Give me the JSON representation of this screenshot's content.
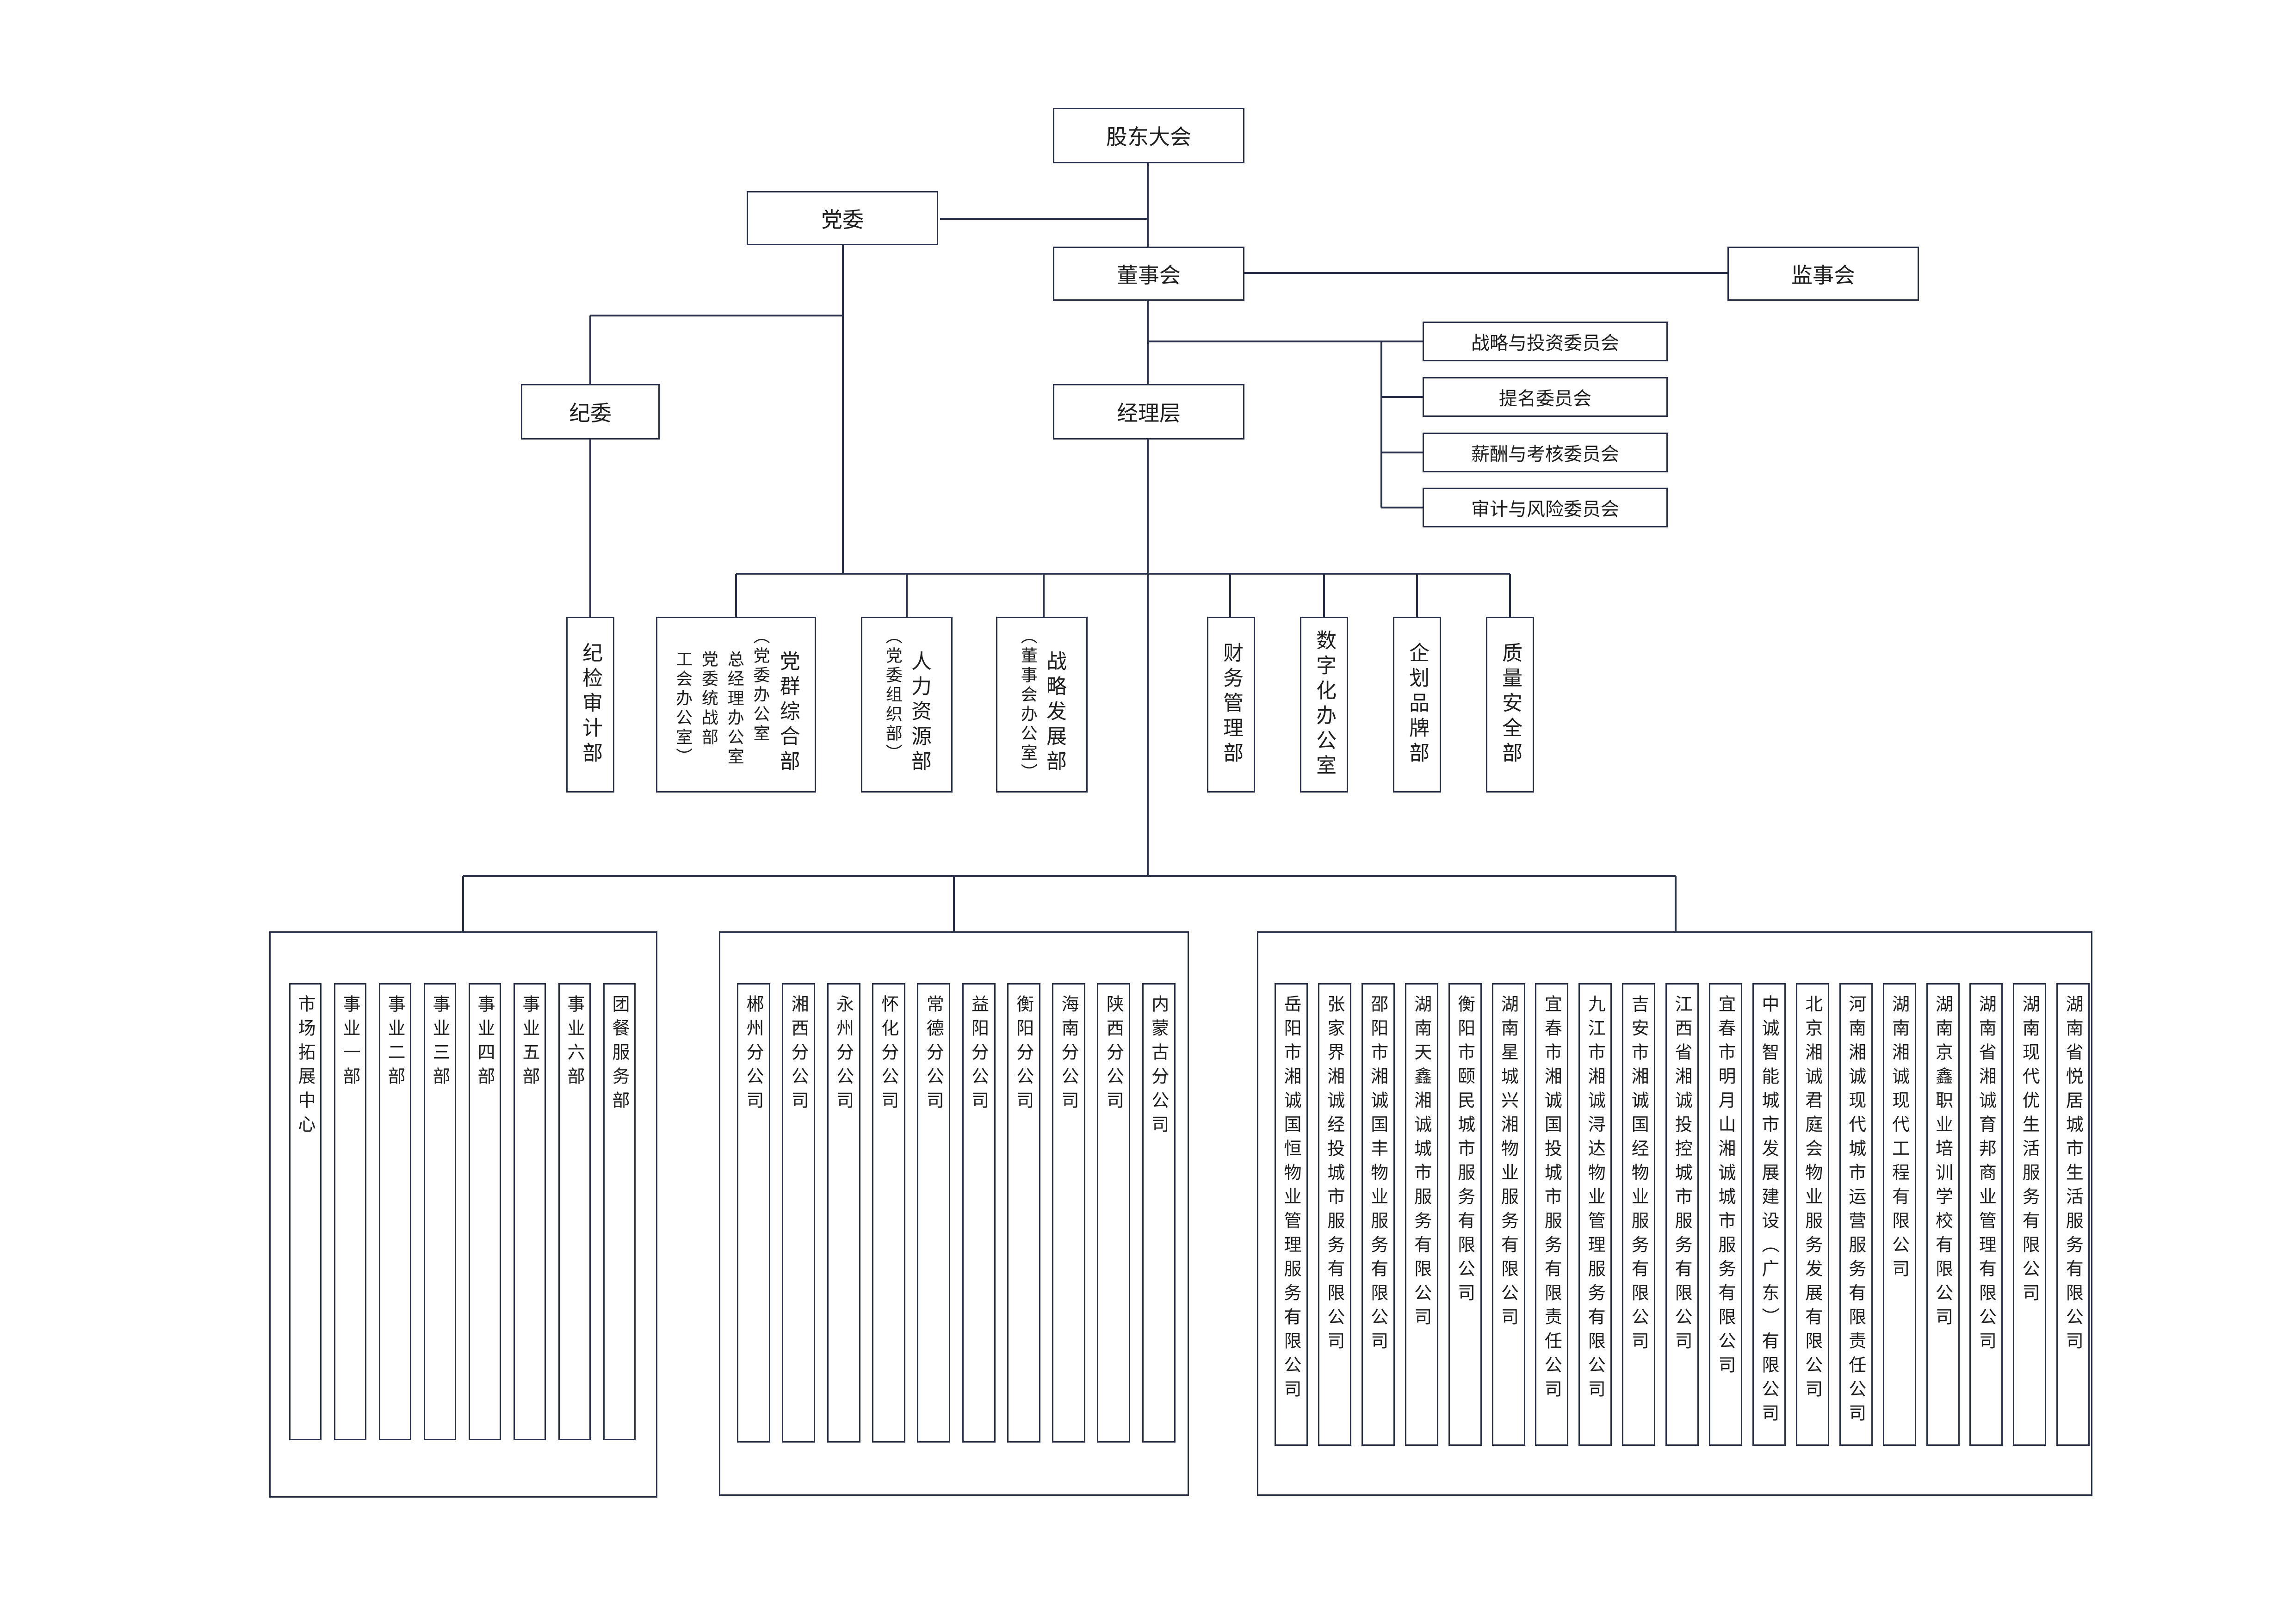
{
  "top": {
    "shareholders": "股东大会",
    "party": "党委",
    "board": "董事会",
    "supervisors": "监事会",
    "discipline": "纪委",
    "management": "经理层"
  },
  "committees": [
    "战略与投资委员会",
    "提名委员会",
    "薪酬与考核委员会",
    "审计与风险委员会"
  ],
  "departments": {
    "audit": [
      "纪检审计部"
    ],
    "general": [
      "党群综合部",
      "（党委办公室",
      "总经理办公室",
      "党委统战部",
      "工会办公室）"
    ],
    "hr": [
      "人力资源部",
      "（党委组织部）"
    ],
    "strategy": [
      "战略发展部",
      "（董事会办公室）"
    ],
    "finance": [
      "财务管理部"
    ],
    "digital": [
      "数字化办公室"
    ],
    "brand": [
      "企划品牌部"
    ],
    "quality": [
      "质量安全部"
    ]
  },
  "business_units": [
    "市场拓展中心",
    "事业一部",
    "事业二部",
    "事业三部",
    "事业四部",
    "事业五部",
    "事业六部",
    "团餐服务部"
  ],
  "branches": [
    "郴州分公司",
    "湘西分公司",
    "永州分公司",
    "怀化分公司",
    "常德分公司",
    "益阳分公司",
    "衡阳分公司",
    "海南分公司",
    "陕西分公司",
    "内蒙古分公司"
  ],
  "subsidiaries": [
    "岳阳市湘诚国恒物业管理服务有限公司",
    "张家界湘诚经投城市服务有限公司",
    "邵阳市湘诚国丰物业服务有限公司",
    "湖南天鑫湘诚城市服务有限公司",
    "衡阳市颐民城市服务有限公司",
    "湖南星城兴湘物业服务有限公司",
    "宜春市湘诚国投城市服务有限责任公司",
    "九江市湘诚浔达物业管理服务有限公司",
    "吉安市湘诚国经物业服务有限公司",
    "江西省湘诚投控城市服务有限公司",
    "宜春市明月山湘诚城市服务有限公司",
    "中诚智能城市发展建设（广东）有限公司",
    "北京湘诚君庭会物业服务发展有限公司",
    "河南湘诚现代城市运营服务有限责任公司",
    "湖南湘诚现代工程有限公司",
    "湖南京鑫职业培训学校有限公司",
    "湖南省湘诚育邦商业管理有限公司",
    "湖南现代优生活服务有限公司",
    "湖南省悦居城市生活服务有限公司"
  ]
}
